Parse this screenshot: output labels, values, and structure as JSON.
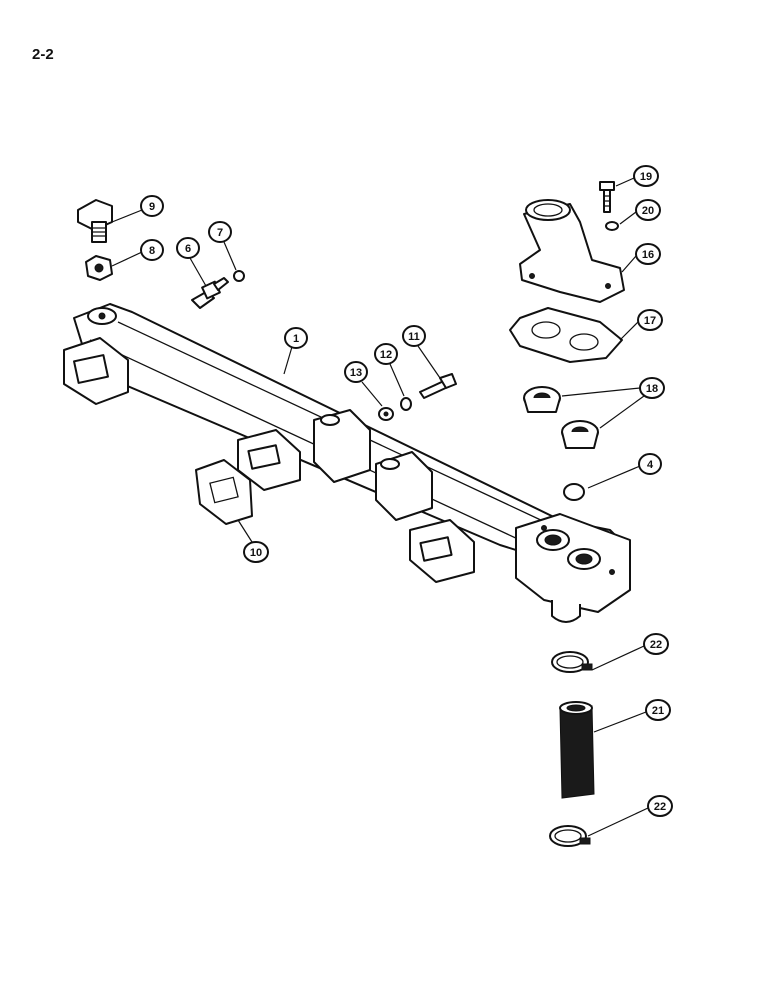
{
  "page": {
    "number": "2-2"
  },
  "callouts": [
    "1",
    "4",
    "6",
    "7",
    "8",
    "9",
    "10",
    "11",
    "12",
    "13",
    "16",
    "17",
    "18",
    "19",
    "20",
    "21",
    "22"
  ]
}
